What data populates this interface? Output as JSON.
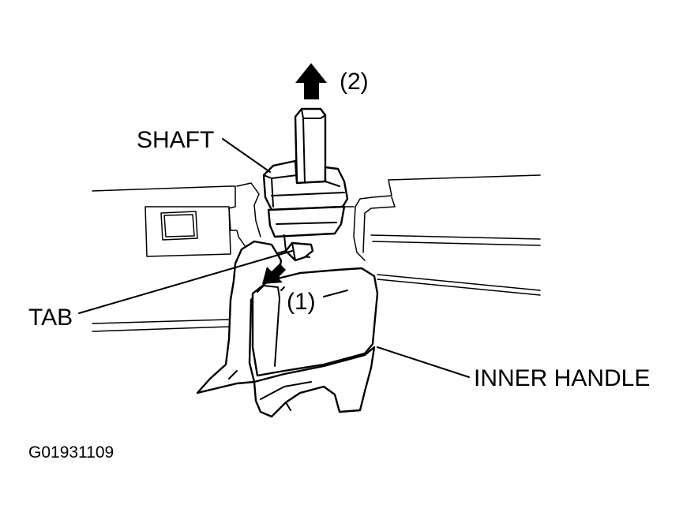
{
  "labels": {
    "arrow_2": "(2)",
    "shaft": "SHAFT",
    "tab": "TAB",
    "arrow_1": "(1)",
    "inner_handle": "INNER HANDLE"
  },
  "figure_code": "G01931109"
}
